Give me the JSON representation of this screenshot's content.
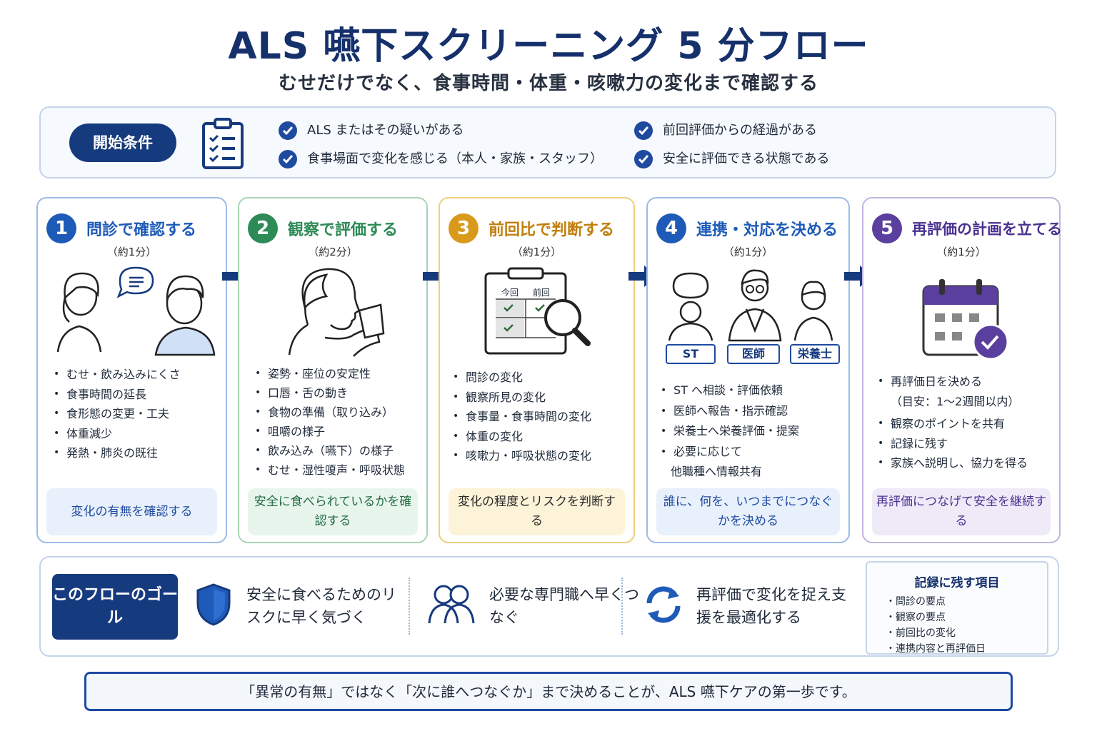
{
  "title": "ALS 嚥下スクリーニング 5 分フロー",
  "subtitle": "むせだけでなく、食事時間・体重・咳嗽力の変化まで確認する",
  "start_conditions": {
    "label": "開始条件",
    "items": [
      "ALS またはその疑いがある",
      "食事場面で変化を感じる（本人・家族・スタッフ）",
      "前回評価からの経過がある",
      "安全に評価できる状態である"
    ]
  },
  "steps": [
    {
      "number": "1",
      "title": "問診で確認する",
      "time": "（約1分）",
      "color": "#1e5bb8",
      "items": [
        "むせ・飲み込みにくさ",
        "食事時間の延長",
        "食形態の変更・工夫",
        "体重減少",
        "発熱・肺炎の既往"
      ],
      "summary": "変化の有無を確認する"
    },
    {
      "number": "2",
      "title": "観察で評価する",
      "time": "（約2分）",
      "color": "#2e8b57",
      "items": [
        "姿勢・座位の安定性",
        "口唇・舌の動き",
        "食物の準備（取り込み）",
        "咀嚼の様子",
        "飲み込み（嚥下）の様子",
        "むせ・湿性嗄声・呼吸状態"
      ],
      "summary": "安全に食べられているかを確認する"
    },
    {
      "number": "3",
      "title": "前回比で判断する",
      "time": "（約1分）",
      "color": "#d99a1c",
      "items": [
        "問診の変化",
        "観察所見の変化",
        "食事量・食事時間の変化",
        "体重の変化",
        "咳嗽力・呼吸状態の変化"
      ],
      "summary": "変化の程度とリスクを判断する",
      "compare_labels": [
        "今回",
        "前回"
      ]
    },
    {
      "number": "4",
      "title": "連携・対応を決める",
      "time": "（約1分）",
      "color": "#1e5bb8",
      "items": [
        "ST へ相談・評価依頼",
        "医師へ報告・指示確認",
        "栄養士へ栄養評価・提案",
        "必要に応じて",
        "他職種へ情報共有"
      ],
      "summary": "誰に、何を、いつまでにつなぐかを決める",
      "roles": [
        "ST",
        "医師",
        "栄養士"
      ]
    },
    {
      "number": "5",
      "title": "再評価の計画を立てる",
      "time": "（約1分）",
      "color": "#5a3f9e",
      "items": [
        "再評価日を決める",
        "（目安：1〜2週間以内）",
        "観察のポイントを共有",
        "記録に残す",
        "家族へ説明し、協力を得る"
      ],
      "summary": "再評価につなげて安全を継続する"
    }
  ],
  "goal": {
    "label": "このフローのゴール",
    "items": [
      "安全に食べるためのリスクに早く気づく",
      "必要な専門職へ早くつなぐ",
      "再評価で変化を捉え支援を最適化する"
    ]
  },
  "record": {
    "title": "記録に残す項目",
    "items": [
      "問診の要点",
      "観察の要点",
      "前回比の変化",
      "連携内容と再評価日"
    ]
  },
  "footer": "「異常の有無」ではなく「次に誰へつなぐか」まで決めることが、ALS 嚥下ケアの第一歩です。",
  "colors": {
    "navy": "#15306b",
    "blue": "#1e5bb8",
    "green": "#2e8b57",
    "orange": "#d99a1c",
    "purple": "#5a3f9e"
  }
}
